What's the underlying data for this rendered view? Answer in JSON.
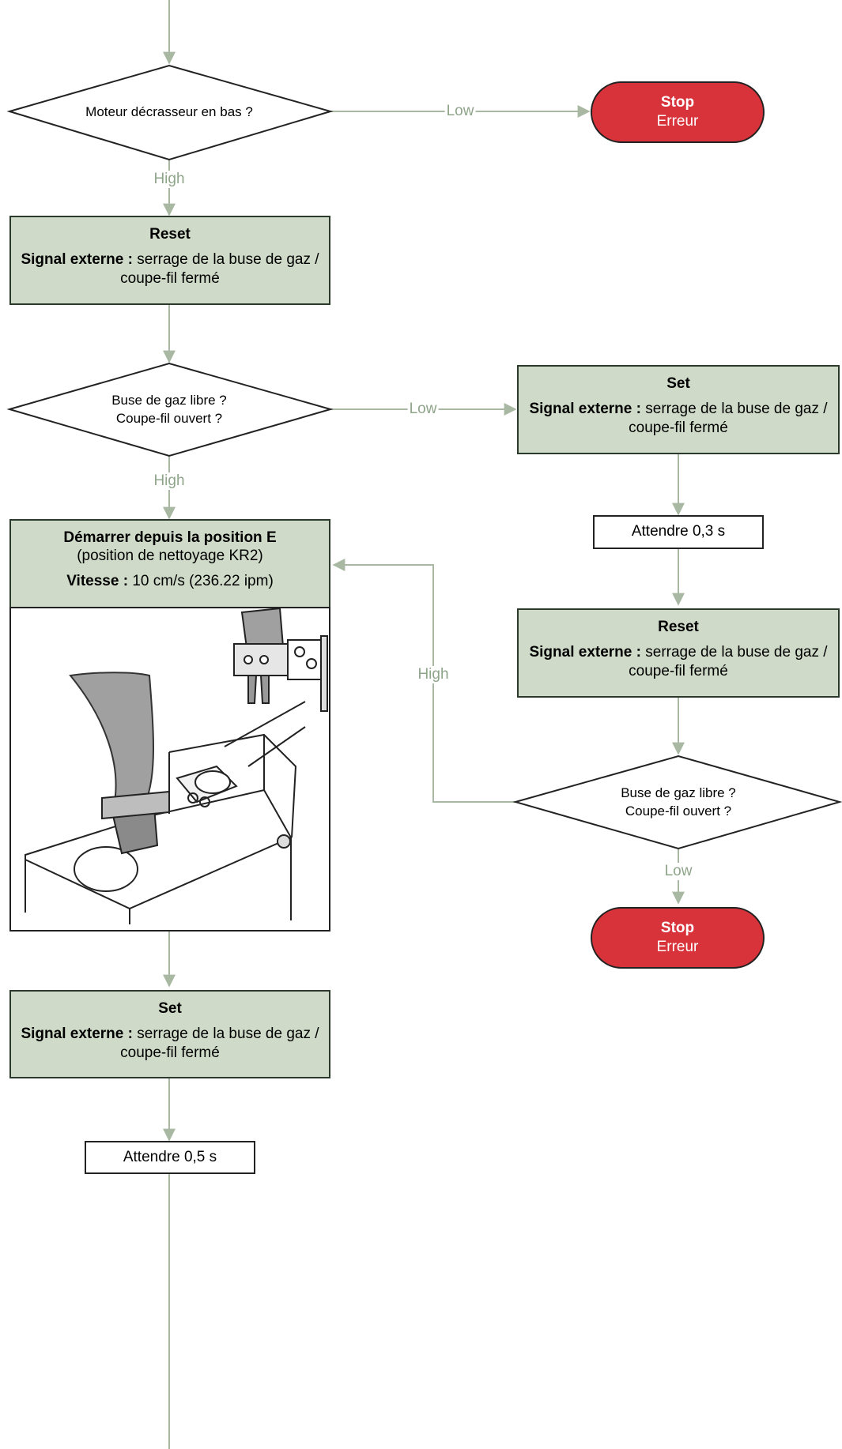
{
  "colors": {
    "box_fill": "#cfdbc8",
    "connector": "#a8b8a2",
    "stop_fill": "#d8333a",
    "label": "#8fa58a"
  },
  "decision1": {
    "text": "Moteur décrasseur en bas ?"
  },
  "edge_low_1": "Low",
  "stop1": {
    "title": "Stop",
    "sub": "Erreur"
  },
  "edge_high_1": "High",
  "reset1": {
    "title": "Reset",
    "signal_label": "Signal externe :",
    "signal_text": "serrage de la buse de gaz / coupe-fil fermé"
  },
  "decision2": {
    "line1": "Buse de gaz libre ?",
    "line2": "Coupe-fil ouvert ?"
  },
  "edge_low_2": "Low",
  "set1": {
    "title": "Set",
    "signal_label": "Signal externe :",
    "signal_text": "serrage de la buse de gaz / coupe-fil fermé"
  },
  "edge_high_2": "High",
  "start": {
    "title": "Démarrer depuis la position E",
    "subtitle": "(position de nettoyage KR2)",
    "speed_label": "Vitesse :",
    "speed_value": "10 cm/s (236.22 ipm)"
  },
  "illustration": {
    "icon": "torch-cleaning-station-illustration"
  },
  "wait1": "Attendre 0,3 s",
  "reset2": {
    "title": "Reset",
    "signal_label": "Signal externe :",
    "signal_text": "serrage de la buse de gaz / coupe-fil fermé"
  },
  "edge_high_loop": "High",
  "decision3": {
    "line1": "Buse de gaz libre ?",
    "line2": "Coupe-fil ouvert ?"
  },
  "edge_low_3": "Low",
  "stop2": {
    "title": "Stop",
    "sub": "Erreur"
  },
  "set2": {
    "title": "Set",
    "signal_label": "Signal externe :",
    "signal_text": "serrage de la buse de gaz / coupe-fil fermé"
  },
  "wait2": "Attendre 0,5 s"
}
